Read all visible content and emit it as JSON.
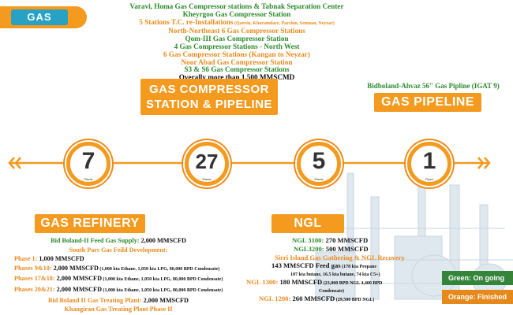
{
  "tab": {
    "label": "GAS"
  },
  "stations": {
    "lines": [
      {
        "text": "Varavi, Homa Gas Compressor stations & Tabnak Separation Center",
        "color": "green"
      },
      {
        "text": "Kheyrgoo Gas Compressor Station",
        "color": "green"
      },
      {
        "text": "5 Stations T.C. re-Installations",
        "small": " (Qazvin, Khoramdare, Parchin, Semnan, Neyzar)",
        "color": "orange"
      },
      {
        "text": "North-Northeast 6 Gas Compressor Stations",
        "color": "orange"
      },
      {
        "text": "Qom-III Gas Compressor Station",
        "color": "green"
      },
      {
        "text": "4 Gas Compressor Stations - North West",
        "color": "green"
      },
      {
        "text": "6 Gas Compressor Stations (Kangan to Neyzar)",
        "color": "orange"
      },
      {
        "text": "Noor Abad Gas Compressor Station",
        "color": "orange"
      },
      {
        "text": "S3 & S6 Gas Compressor Stations",
        "color": "green"
      },
      {
        "text": "Overally more than 1,500 MMSCMD",
        "color": "dark"
      }
    ]
  },
  "banners": {
    "compressor_line1": "GAS COMPRESSOR",
    "compressor_line2": "STATION & PIPELINE",
    "pipeline": "GAS PIPELINE",
    "refinery": "GAS REFINERY",
    "ngl": "NGL"
  },
  "pipeline_title": "Bidboland-Ahvaz 56\" Gas Pipline (IGAT 9)",
  "counters": [
    {
      "value": "7",
      "unit": "Plants"
    },
    {
      "value": "27",
      "unit": "Plants"
    },
    {
      "value": "5",
      "unit": "Plants"
    },
    {
      "value": "1",
      "unit": "Pipes"
    }
  ],
  "refinery": {
    "bid_boland_label": "Bid Boland-II Feed Gas Supply:",
    "bid_boland_value": " 2,000 MMSCFD",
    "south_pars": "South Pars Gas Feild Development:",
    "phases": [
      {
        "label": "Phase 1:",
        "value": " 1,000 MMSCFD",
        "small": ""
      },
      {
        "label": "Phases 9&10:",
        "value": " 2,000 MMSCFD",
        "small": " (1,000 kta Ethane, 1,050 kta LPG, 80,000 BPD Condensate)"
      },
      {
        "label": "Phases 17&18:",
        "value": " 2,000 MMSCFD",
        "small": " (1,000 kta Ethane, 1,050 kta LPG, 80,000 BPD Condensate)"
      },
      {
        "label": "Phases 20&21:",
        "value": " 2,000 MMSCFD",
        "small": " (1,000 kta Ethane, 1,050 kta LPG, 80,000 BPD Condensate)"
      }
    ],
    "treating_label": "Bid Boland II Gas Treating Plant:",
    "treating_value": "  2,000 MMSCFD",
    "khangiran": "Khangiran Gas Treating Plant Phase II"
  },
  "ngl": {
    "ngl3100_label": "NGL 3100:",
    "ngl3100_value": " 270 MMSCFD",
    "ngl3200_label": "NGL3200:",
    "ngl3200_value": " 500 MMSCFD",
    "sirri": "Sirri Island Gas Gathering & NGL Recovery",
    "sirri_feed": "143 MMSCFD Feed gas",
    "sirri_feed_small": " (178 kta Propane",
    "sirri_small2": "107 kta butane, 16.5 kta butane, 74 kta C5+)",
    "ngl1300_label": "NGL 1300:",
    "ngl1300_value": " 180 MMSCFD",
    "ngl1300_small": " (23,000 BPD NGL 4,400 BPD",
    "ngl1300_small2": "Condensate)",
    "ngl1200_label": "NGL 1200:",
    "ngl1200_value": " 260 MMSCFD",
    "ngl1200_small": " (29,500 BPD NGL)"
  },
  "legend": {
    "green": "Green: On going",
    "orange": "Orange: Finished"
  },
  "colors": {
    "accent": "#f39a1f",
    "green": "#2d8a2d",
    "tab_blue": "#27a2c4"
  }
}
